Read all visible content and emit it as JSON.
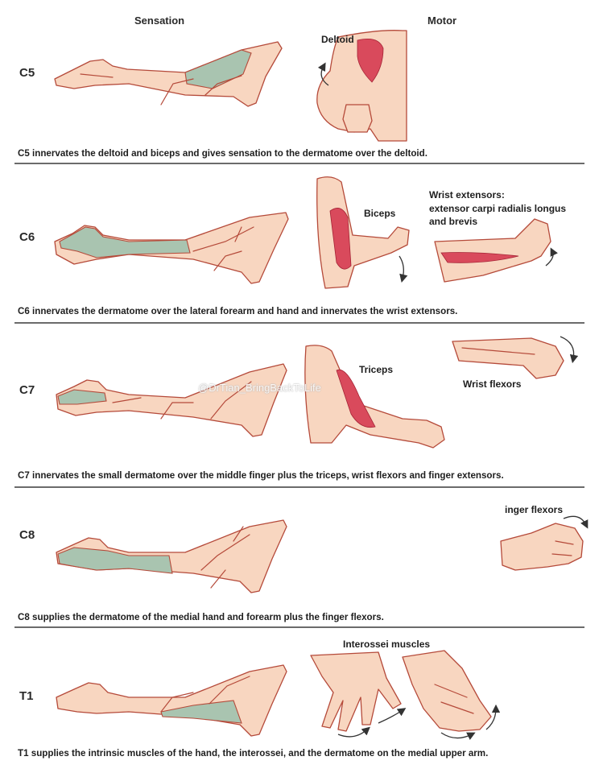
{
  "headers": {
    "sensation": "Sensation",
    "motor": "Motor"
  },
  "watermark": "@DrTian_BringBackToLife",
  "colors": {
    "skin": "#f8d6c0",
    "outline": "#b54a3a",
    "dermatome": "#a9c4b0",
    "muscle": "#d94a5c",
    "divider": "#6b6b6b"
  },
  "rows": [
    {
      "label": "C5",
      "caption": "C5 innervates the deltoid and biceps and gives sensation to the dermatome over the deltoid.",
      "muscles": [
        "Deltoid"
      ]
    },
    {
      "label": "C6",
      "caption": "C6 innervates the dermatome over the lateral forearm and hand and innervates the wrist extensors.",
      "muscles": [
        "Biceps"
      ],
      "extensors": {
        "title": "Wrist extensors:",
        "line1": "extensor carpi radialis longus",
        "line2": "and brevis"
      }
    },
    {
      "label": "C7",
      "caption": "C7 innervates the small dermatome over the middle finger plus the triceps, wrist flexors and finger extensors.",
      "muscles": [
        "Triceps",
        "Wrist flexors"
      ]
    },
    {
      "label": "C8",
      "caption": "C8 supplies the dermatome of the medial hand and forearm plus the finger flexors.",
      "muscles": [
        "inger flexors"
      ]
    },
    {
      "label": "T1",
      "caption": "T1 supplies the intrinsic muscles of the hand, the interossei, and the dermatome on the medial upper arm.",
      "muscles": [
        "Interossei muscles"
      ]
    }
  ]
}
